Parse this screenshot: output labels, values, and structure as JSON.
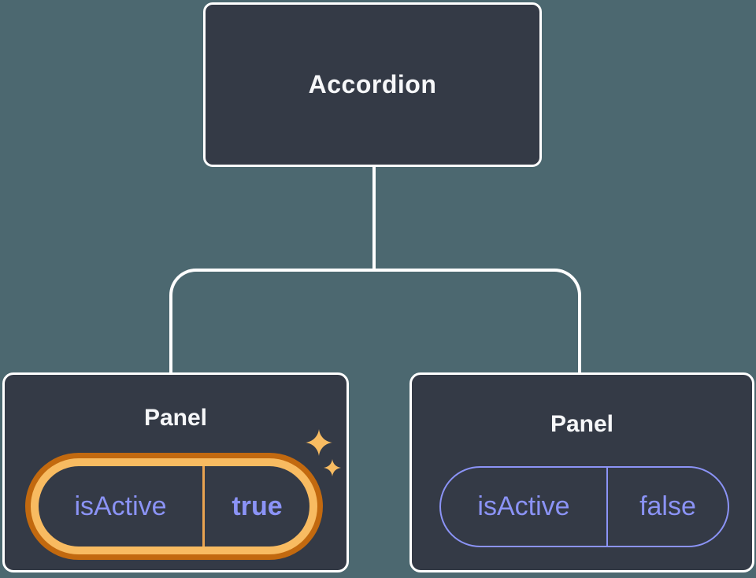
{
  "colors": {
    "background": "#4C6870",
    "node_fill": "#343A46",
    "node_border": "#FFFFFF",
    "connector": "#FFFFFF",
    "title_text": "#F6F7F9",
    "prop_text": "#8B93F6",
    "pill_border_inactive": "#8B93F6",
    "highlight_ring_outer": "#C2690F",
    "highlight_ring_inner": "#F8BB61",
    "highlight_divider": "#E9A350",
    "sparkle": "#F8BC62"
  },
  "tree": {
    "root": {
      "label": "Accordion"
    },
    "children": [
      {
        "label": "Panel",
        "prop_name": "isActive",
        "prop_value": "true",
        "state": "active-highlighted",
        "icon": "sparkle-icon"
      },
      {
        "label": "Panel",
        "prop_name": "isActive",
        "prop_value": "false",
        "state": "inactive"
      }
    ]
  }
}
